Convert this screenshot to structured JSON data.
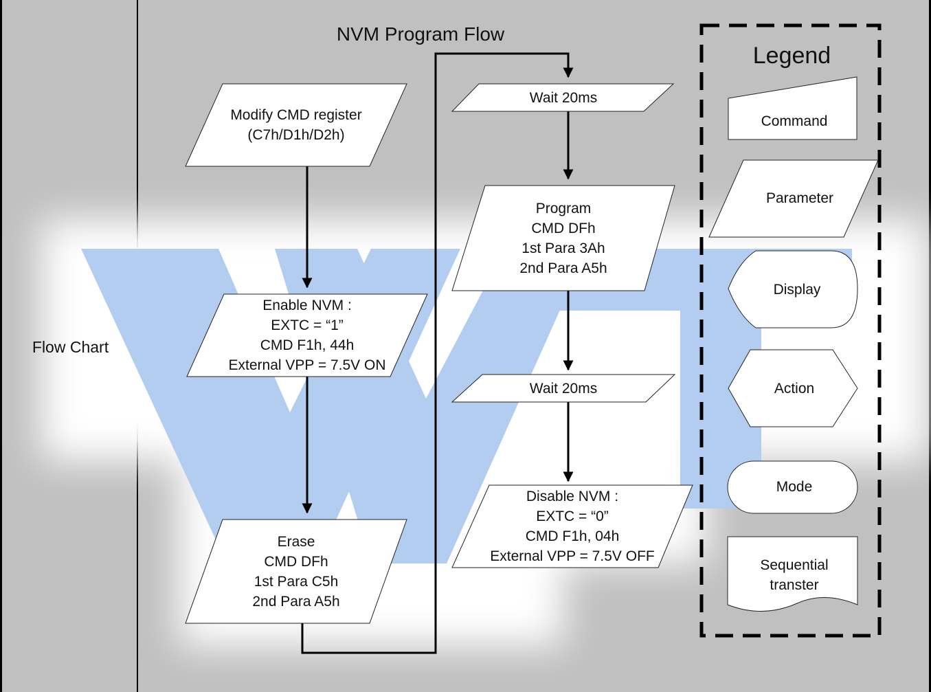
{
  "page": {
    "side_label": "Flow Chart",
    "title": "NVM Program Flow"
  },
  "flow": {
    "modify": [
      "Modify CMD register",
      "(C7h/D1h/D2h)"
    ],
    "enable": [
      "Enable NVM :",
      "EXTC = “1”",
      "CMD F1h, 44h",
      "External VPP = 7.5V ON"
    ],
    "erase": [
      "Erase",
      "CMD DFh",
      "1st Para C5h",
      "2nd Para A5h"
    ],
    "wait1": "Wait 20ms",
    "program": [
      "Program",
      "CMD DFh",
      "1st Para 3Ah",
      "2nd Para A5h"
    ],
    "wait2": "Wait 20ms",
    "disable": [
      "Disable NVM :",
      "EXTC = “0”",
      "CMD F1h, 04h",
      "External VPP = 7.5V OFF"
    ]
  },
  "legend": {
    "title": "Legend",
    "command": "Command",
    "parameter": "Parameter",
    "display": "Display",
    "action": "Action",
    "mode": "Mode",
    "sequential": [
      "Sequential",
      "transter"
    ]
  },
  "colors": {
    "background": "#c0c0c0",
    "shape_fill": "#ffffff",
    "watermark": "#b3cdf0"
  }
}
